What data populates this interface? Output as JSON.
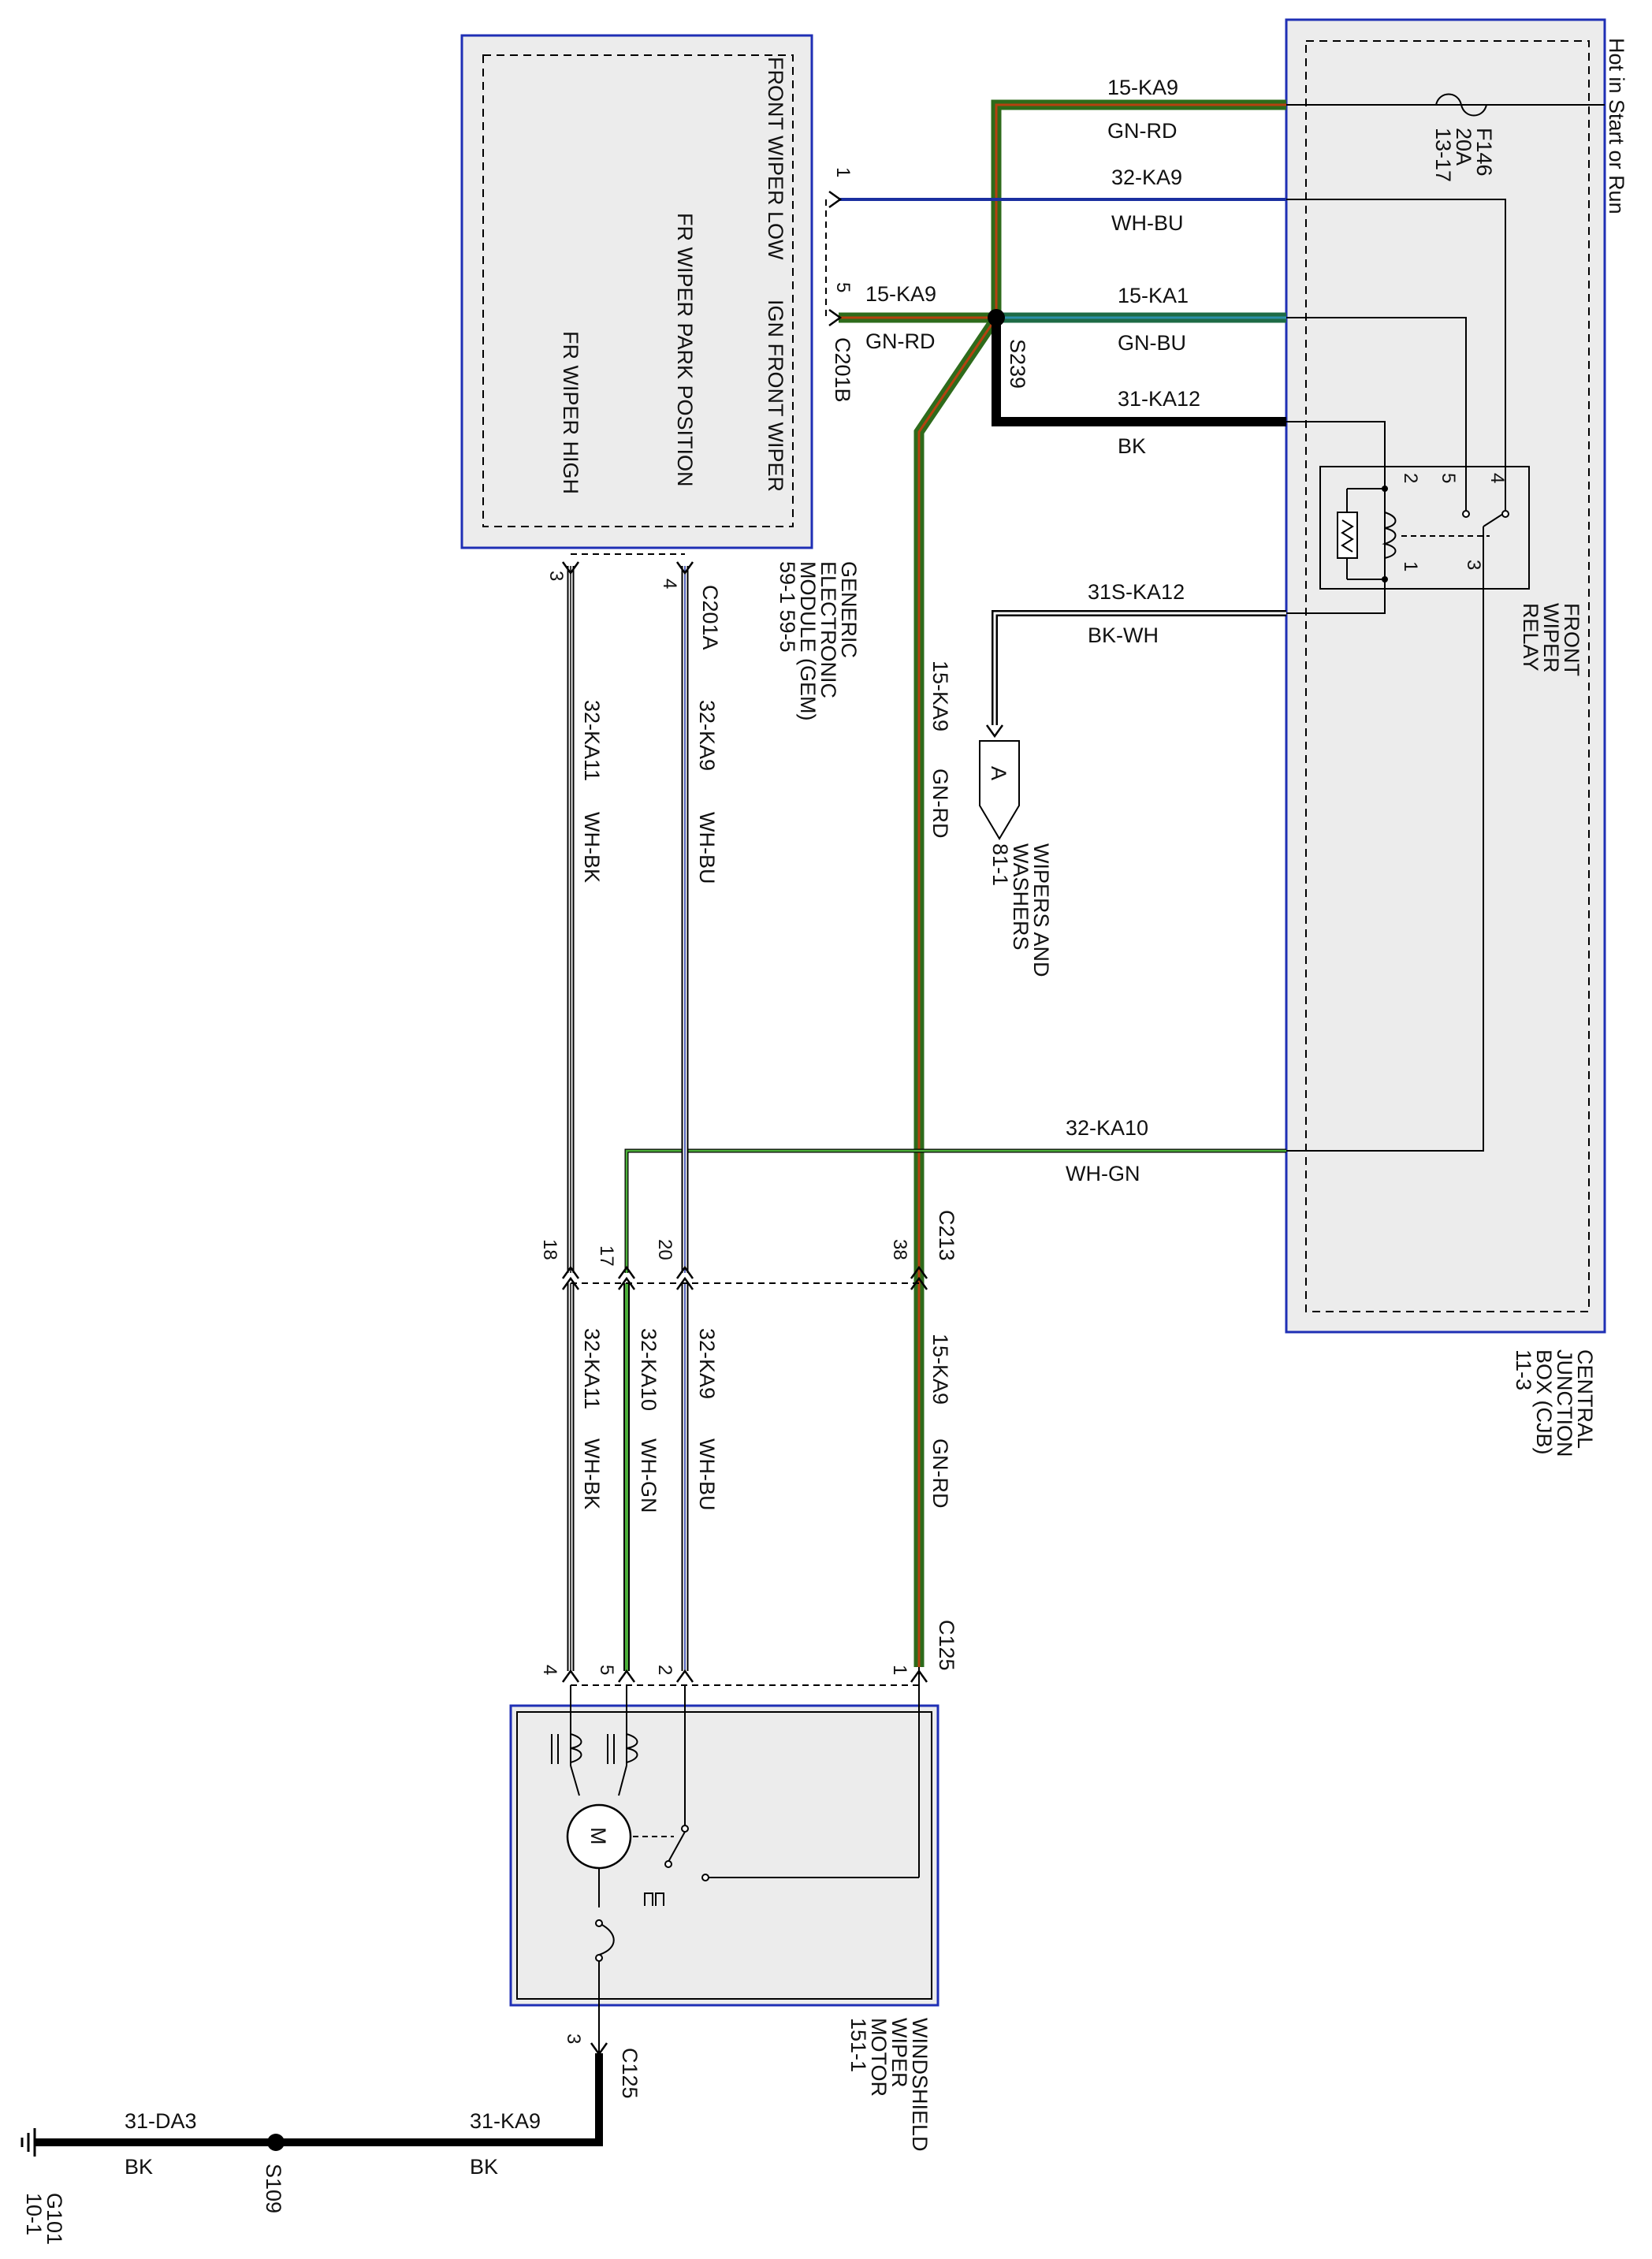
{
  "title": "",
  "hot_label": "Hot in Start or Run",
  "fuse": {
    "id": "F146",
    "rating": "20A",
    "ref": "13-17"
  },
  "modules": {
    "gem": {
      "name_lines": [
        "GENERIC",
        "ELECTRONIC",
        "MODULE (GEM)",
        "59-1  59-5"
      ],
      "pins": {
        "low": "FRONT WIPER LOW",
        "ign": "IGN FRONT WIPER",
        "park": "FR WIPER PARK POSITION",
        "high": "FR WIPER HIGH"
      }
    },
    "cjb": {
      "name_lines": [
        "CENTRAL",
        "JUNCTION",
        "BOX (CJB)",
        "11-3"
      ]
    },
    "relay": {
      "name_lines": [
        "FRONT",
        "WIPER",
        "RELAY"
      ],
      "pins": [
        "1",
        "2",
        "3",
        "4",
        "5"
      ]
    },
    "motor": {
      "name_lines": [
        "WINDSHIELD",
        "WIPER",
        "MOTOR",
        "151-1"
      ],
      "symbol": "M"
    }
  },
  "connectors": {
    "c201b": "C201B",
    "c201a": "C201A",
    "c213": "C213",
    "c125": "C125",
    "c201b_pins": [
      "1",
      "5"
    ],
    "c201a_pins": [
      "3",
      "4"
    ],
    "c213_pins": [
      "18",
      "17",
      "20",
      "38"
    ],
    "c125_pins": [
      "4",
      "5",
      "2",
      "1"
    ],
    "c125_ground_pin": "3"
  },
  "splices": {
    "s239": "S239",
    "s109": "S109"
  },
  "ground": {
    "id": "G101",
    "ref": "10-1"
  },
  "offpage": {
    "letter": "A",
    "label_lines": [
      "WIPERS AND",
      "WASHERS",
      "81-1"
    ]
  },
  "wires": {
    "feed": {
      "circuit": "15-KA9",
      "color": "GN-RD"
    },
    "gem_ign": {
      "circuit": "15-KA9",
      "color": "GN-RD"
    },
    "gem_low": {
      "circuit": "32-KA9",
      "color": "WH-BU"
    },
    "relay_coil_feed": {
      "circuit": "15-KA1",
      "color": "GN-BU"
    },
    "relay_ground": {
      "circuit": "31-KA12",
      "color": "BK"
    },
    "relay_to_a": {
      "circuit": "31S-KA12",
      "color": "BK-WH"
    },
    "motor_feed_upper": {
      "circuit": "15-KA9",
      "color": "GN-RD"
    },
    "motor_feed_lower": {
      "circuit": "15-KA9",
      "color": "GN-RD"
    },
    "low_to_c213": {
      "circuit": "32-KA9",
      "color": "WH-BU"
    },
    "high_to_c213": {
      "circuit": "32-KA11",
      "color": "WH-BK"
    },
    "relay_high": {
      "circuit": "32-KA10",
      "color": "WH-GN"
    },
    "low_to_motor": {
      "circuit": "32-KA9",
      "color": "WH-BU"
    },
    "high_to_motor": {
      "circuit": "32-KA11",
      "color": "WH-BK"
    },
    "ka10_to_motor": {
      "circuit": "32-KA10",
      "color": "WH-GN"
    },
    "motor_ground": {
      "circuit": "31-KA9",
      "color": "BK"
    },
    "ground": {
      "circuit": "31-DA3",
      "color": "BK"
    }
  },
  "colors": {
    "module_border": "#1f2fb5",
    "box_fill": "#ececec",
    "wire_green": "#2e6b1b",
    "wire_red": "#b5410f",
    "wire_blue": "#1a2fa0",
    "wire_black": "#000000",
    "wire_gn_bu": "#1d6b45",
    "wire_wh_gn": "#4caf3a"
  }
}
